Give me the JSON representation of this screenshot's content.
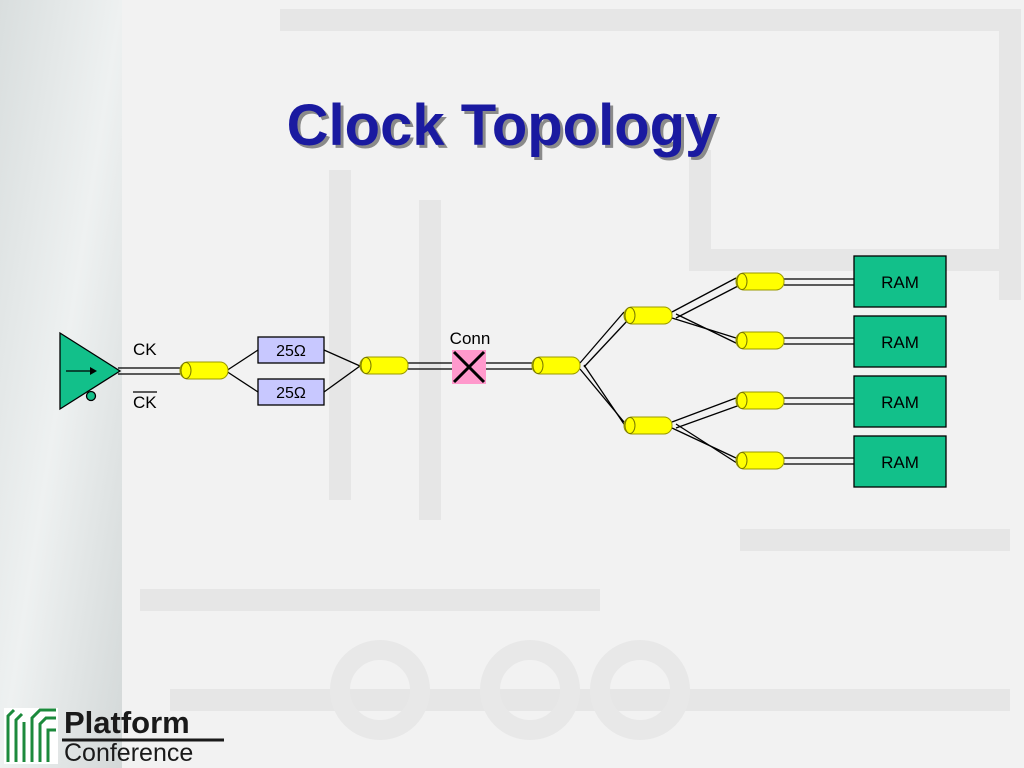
{
  "slide": {
    "title": "Clock Topology"
  },
  "diagram": {
    "driver": {
      "output_label": "CK",
      "inverted_output_label": "CK"
    },
    "resistors": [
      {
        "label": "25Ω"
      },
      {
        "label": "25Ω"
      }
    ],
    "connector": {
      "label": "Conn"
    },
    "loads": [
      {
        "label": "RAM"
      },
      {
        "label": "RAM"
      },
      {
        "label": "RAM"
      },
      {
        "label": "RAM"
      }
    ]
  },
  "logo": {
    "line1": "Platform",
    "line2": "Conference"
  },
  "colors": {
    "title": "#1a1aa0",
    "driver_fill": "#12c08a",
    "ram_fill": "#12c08a",
    "resistor_fill": "#c8c8ff",
    "cable_fill": "#ffff00",
    "connector_fill": "#ff99cc"
  }
}
